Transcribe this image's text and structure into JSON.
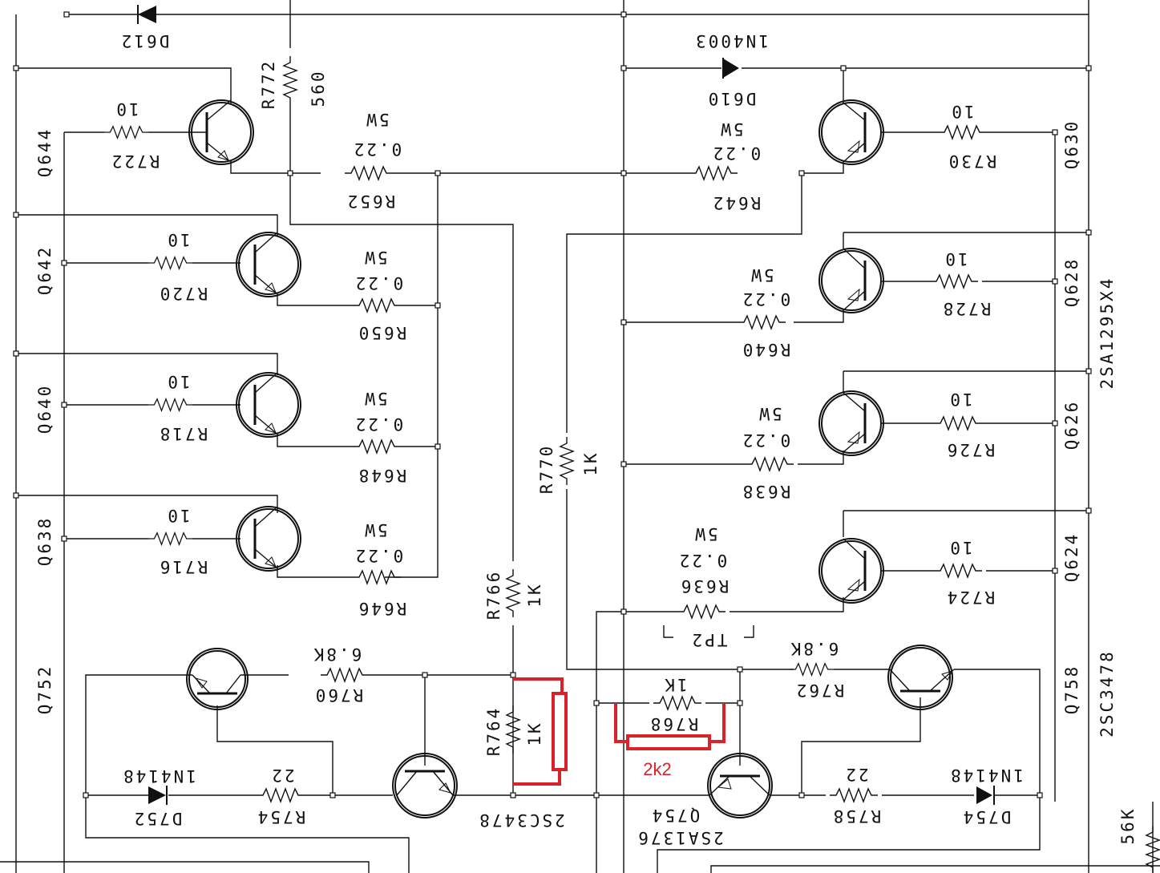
{
  "diagram": {
    "annotation_color": "#d8232a",
    "line_color": "#111111",
    "annotation_text": "2k2",
    "labels": {
      "D612": "D612",
      "R772": "R772",
      "R772_val": "560",
      "IN4003": "1N4003",
      "D610": "D610",
      "Q644": "Q644",
      "Q642": "Q642",
      "Q640": "Q640",
      "Q638": "Q638",
      "Q752": "Q752",
      "Q630": "Q630",
      "Q628": "Q628",
      "Q626": "Q626",
      "Q624": "Q624",
      "Q758": "Q758",
      "part_2SA": "2SA1295X4",
      "part_2SC": "2SC3478",
      "R722": "R722",
      "R720": "R720",
      "R718": "R718",
      "R716": "R716",
      "R730": "R730",
      "R728": "R728",
      "R726": "R726",
      "R724": "R724",
      "R652": "R652",
      "R650": "R650",
      "R648": "R648",
      "R646": "R646",
      "R642": "R642",
      "R640": "R640",
      "R638": "R638",
      "R636": "R636",
      "R770": "R770",
      "R766": "R766",
      "R764": "R764",
      "R768": "R768",
      "R760": "R760",
      "R762": "R762",
      "R754": "R754",
      "R758": "R758",
      "D752": "D752",
      "D754": "D754",
      "IN4148": "1N4148",
      "Q754": "Q754",
      "2SA1376": "2SA1376",
      "2SC3478_bottom": "2SC3478",
      "TP2": "TP2",
      "ten": "10",
      "point22": "0.22",
      "fiveW": "5W",
      "oneK": "1K",
      "sixEightK": "6.8K",
      "twentytwo": "22",
      "fiftysixK": "56K"
    }
  }
}
